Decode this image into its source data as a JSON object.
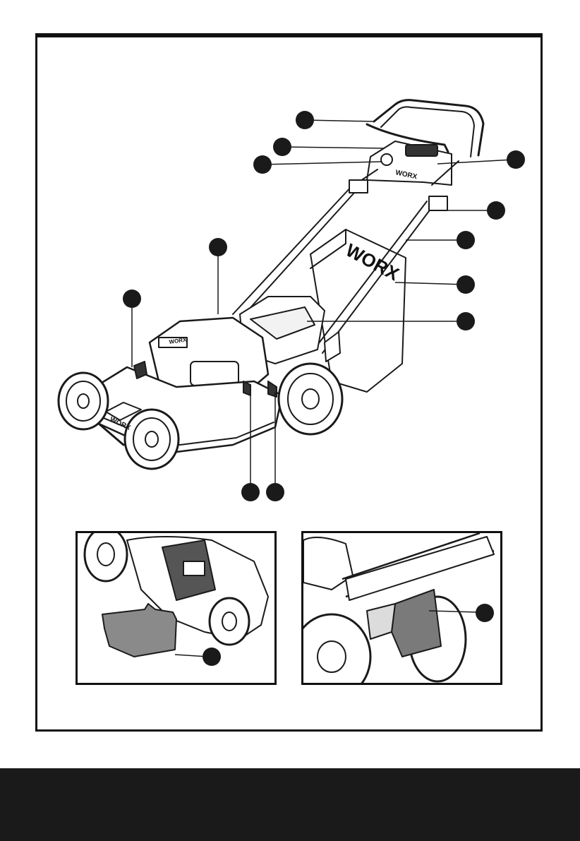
{
  "page": {
    "frame_color": "#111111",
    "footer_color": "#1a1a1a",
    "callout_color": "#1a1a1a",
    "figure_subject": "cordless lawn mower parts diagram"
  },
  "figure": {
    "brand_marks": {
      "grass_bag": "WORX",
      "handle_panel": "WORX",
      "deck": "WORX",
      "battery": "WORX"
    },
    "callouts": [
      {
        "id": "callout-handle-bar"
      },
      {
        "id": "callout-switch-lever"
      },
      {
        "id": "callout-safety-key"
      },
      {
        "id": "callout-control-panel"
      },
      {
        "id": "callout-handle-lock"
      },
      {
        "id": "callout-lower-handle"
      },
      {
        "id": "callout-grass-bag"
      },
      {
        "id": "callout-rear-flap"
      },
      {
        "id": "callout-battery-cover"
      },
      {
        "id": "callout-front-lever"
      },
      {
        "id": "callout-height-lever"
      },
      {
        "id": "callout-wheel-drive"
      },
      {
        "id": "callout-mulch-plug"
      },
      {
        "id": "callout-side-discharge"
      }
    ]
  }
}
